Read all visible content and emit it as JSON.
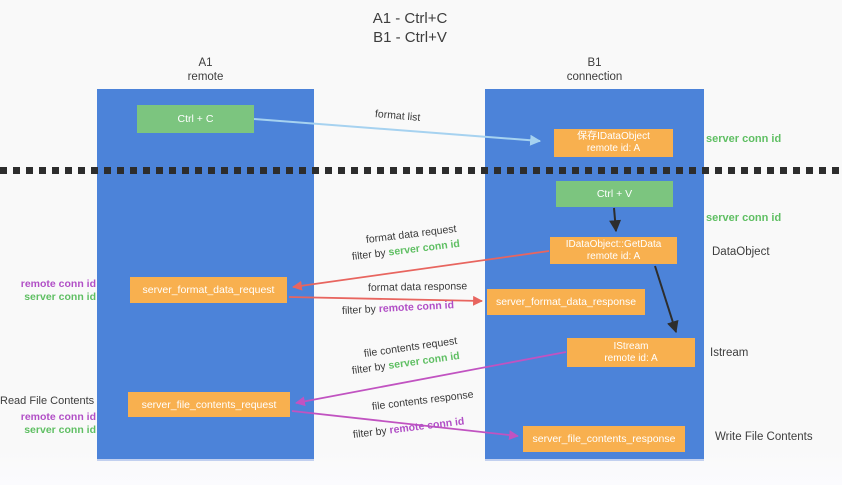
{
  "title": {
    "line1": "A1 - Ctrl+C",
    "line2": "B1 - Ctrl+V"
  },
  "columns": {
    "left": {
      "name": "A1",
      "role": "remote"
    },
    "right": {
      "name": "B1",
      "role": "connection"
    }
  },
  "nodes": {
    "ctrl_c": "Ctrl + C",
    "ctrl_v": "Ctrl + V",
    "save_idataobject": {
      "line1": "保存IDataObject",
      "line2": "remote id: A"
    },
    "getdata": {
      "line1": "IDataObject::GetData",
      "line2": "remote id: A"
    },
    "istream": {
      "line1": "IStream",
      "line2": "remote id: A"
    },
    "format_request": "server_format_data_request",
    "format_response": "server_format_data_response",
    "file_request": "server_file_contents_request",
    "file_response": "server_file_contents_response"
  },
  "right_labels": {
    "server_conn_id_1": "server conn id",
    "server_conn_id_2": "server conn id",
    "dataobject": "DataObject",
    "istream": "Istream",
    "write_file_contents": "Write File Contents"
  },
  "left_labels": {
    "remote_conn_id_1": "remote conn id",
    "server_conn_id_1": "server conn id",
    "read_file_contents": "Read File Contents",
    "remote_conn_id_2": "remote conn id",
    "server_conn_id_2": "server conn id"
  },
  "arrow_labels": {
    "format_list": "format list",
    "format_data_request": "format data request",
    "format_data_response": "format data response",
    "file_contents_request": "file contents request",
    "file_contents_response": "file contents response",
    "filter_by": "filter by",
    "server_conn_id": "server conn id",
    "remote_conn_id": "remote conn id"
  },
  "colors": {
    "column_blue": "#4c83d9",
    "box_green": "#7cc57f",
    "box_orange": "#f8b04f",
    "arrow_light_blue": "#a6d2f0",
    "arrow_red": "#e8655f",
    "arrow_purple": "#c153c1",
    "arrow_black": "#2d2d2d",
    "label_green": "#5fbf63",
    "label_purple": "#b14fc6"
  }
}
